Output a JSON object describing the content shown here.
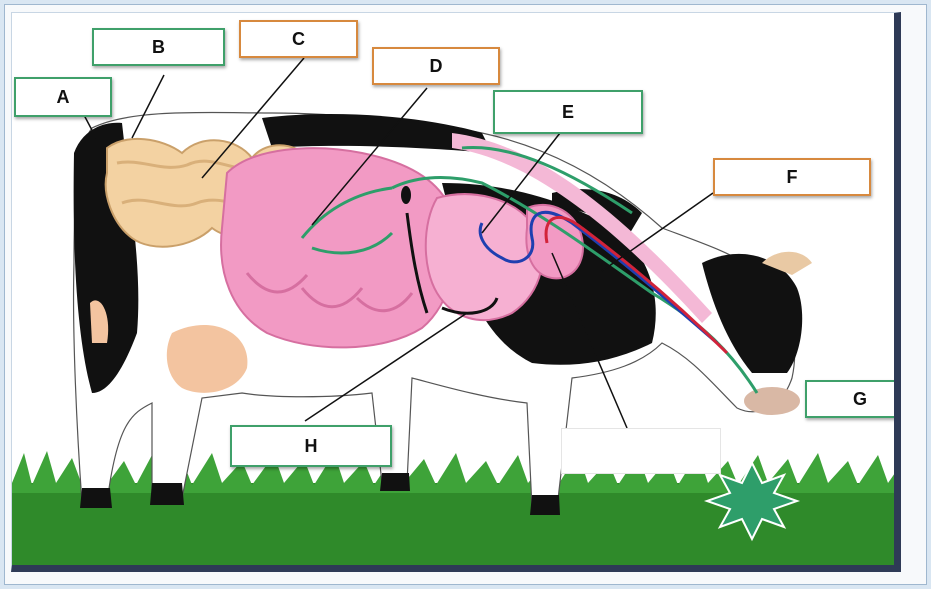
{
  "labels": {
    "A": "A",
    "B": "B",
    "C": "C",
    "D": "D",
    "E": "E",
    "F": "F",
    "G": "G",
    "H": "H",
    "blank": ""
  },
  "colors": {
    "stomach": "#f29ac4",
    "intestine": "#f3d2a2",
    "food_path": "#2e9e6a",
    "regurgitation_path": "#1f3fb0",
    "cud_path": "#d2233a",
    "grass": "#2f8a2a"
  }
}
